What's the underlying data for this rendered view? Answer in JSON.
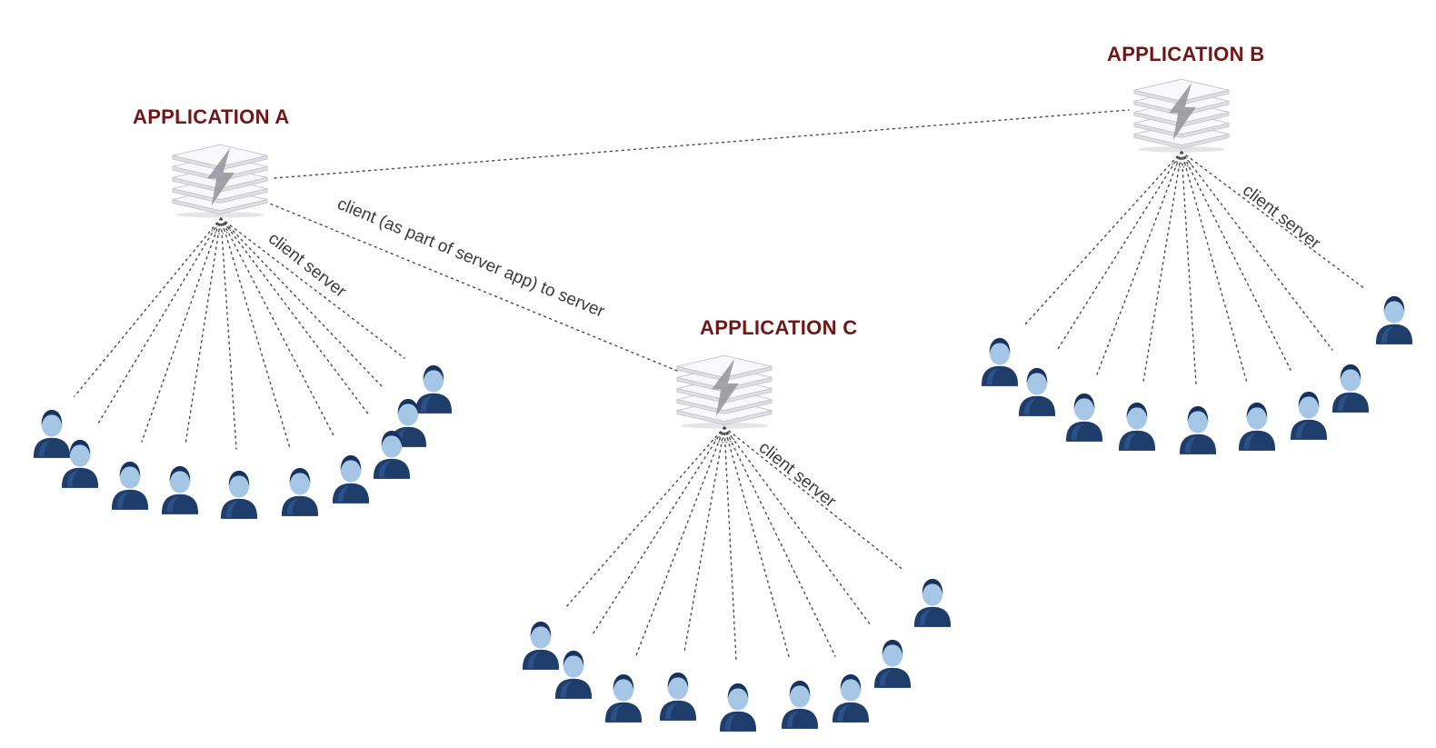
{
  "apps": [
    {
      "id": "A",
      "name": "APPLICATION A",
      "fan_label": "client server",
      "client_count": 10
    },
    {
      "id": "B",
      "name": "APPLICATION B",
      "fan_label": "client server",
      "client_count": 9
    },
    {
      "id": "C",
      "name": "APPLICATION C",
      "fan_label": "client server",
      "client_count": 9
    }
  ],
  "connections": [
    {
      "from": "APPLICATION A",
      "to": "APPLICATION B",
      "label": ""
    },
    {
      "from": "APPLICATION A",
      "to": "APPLICATION C",
      "label": "client (as part of server app) to server"
    }
  ],
  "colors": {
    "app_title": "#6e1717",
    "label_text": "#3b3b3b",
    "dotted_line": "#4a4a4a",
    "user_body": "#1e3d6b",
    "user_head": "#a6c6e6",
    "server_plate": "#f9f9fb",
    "server_bolt": "#98989e"
  }
}
